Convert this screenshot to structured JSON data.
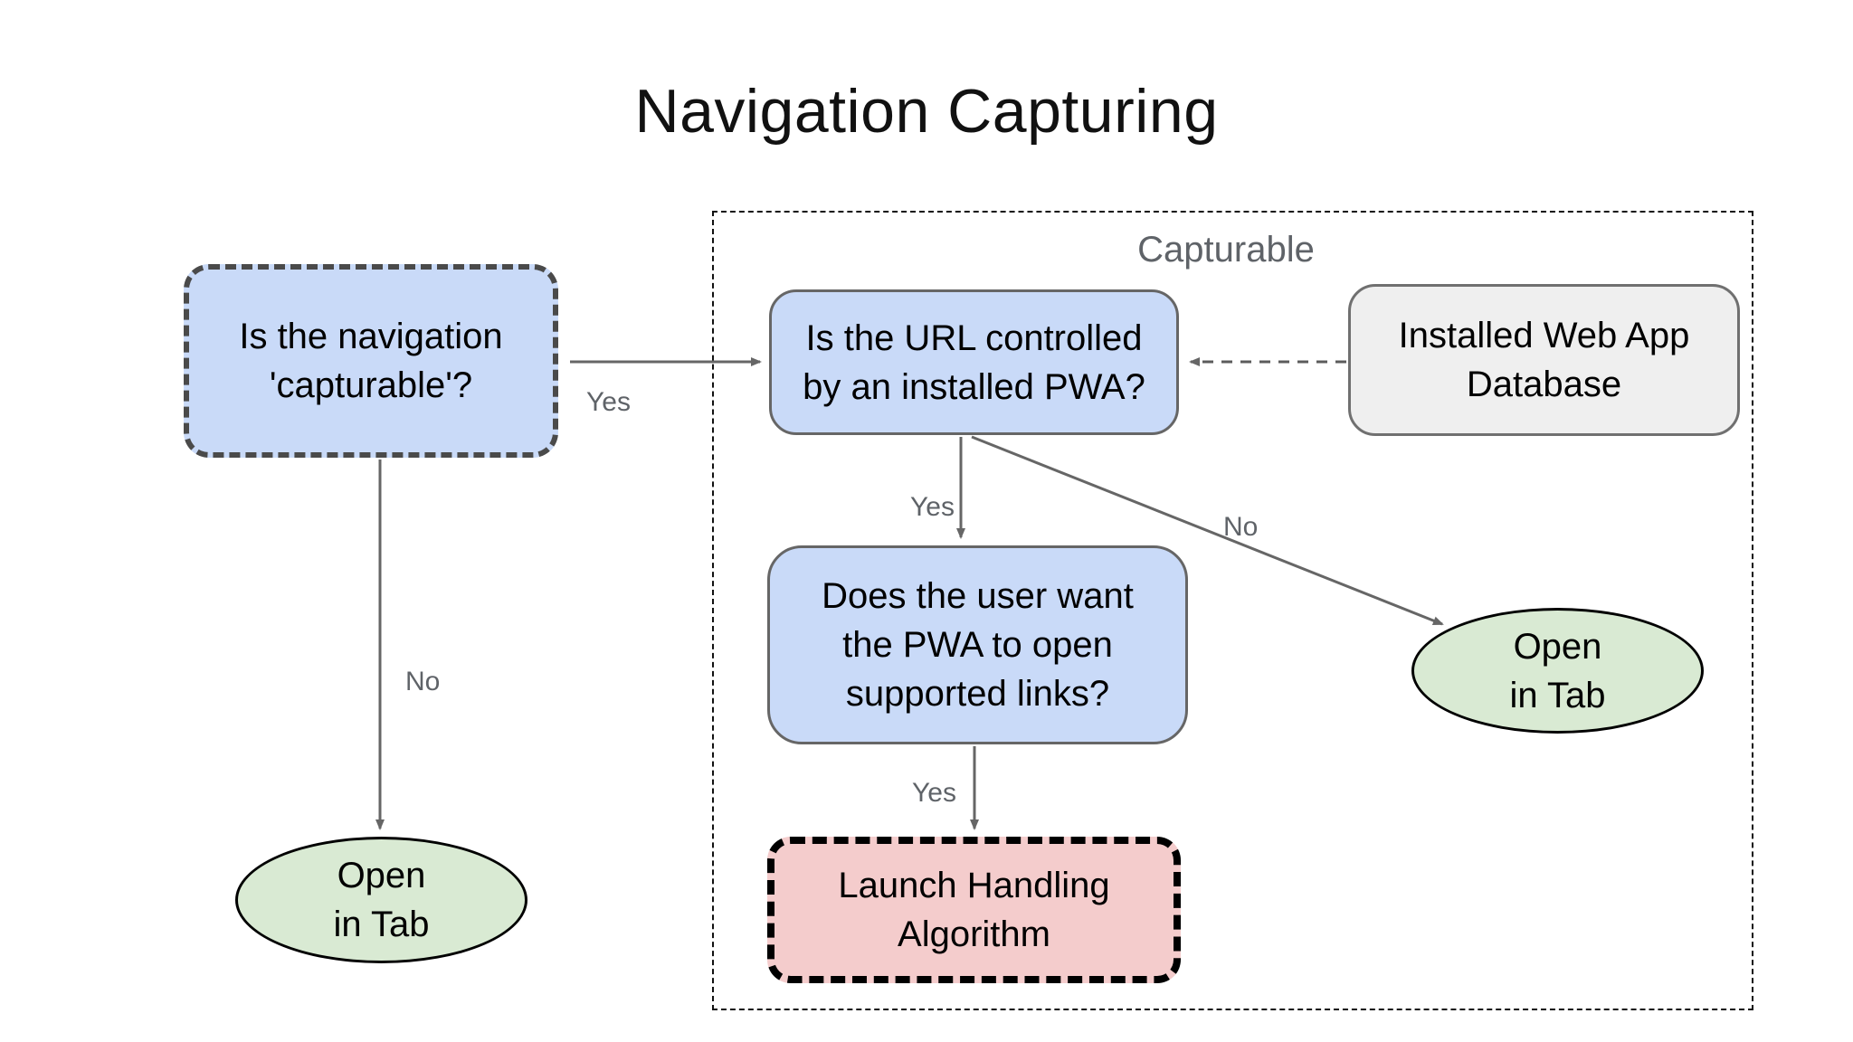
{
  "title": "Navigation Capturing",
  "group": {
    "label": "Capturable"
  },
  "nodes": {
    "capturable_question": {
      "text": "Is the navigation\n'capturable'?",
      "shape": "rounded-rect-dashed"
    },
    "url_controlled": {
      "text": "Is the URL controlled\nby an installed PWA?",
      "shape": "rounded-rect"
    },
    "database": {
      "text": "Installed Web App\nDatabase",
      "shape": "rounded-rect"
    },
    "user_want": {
      "text": "Does the user want\nthe PWA to open\nsupported links?",
      "shape": "rounded-rect"
    },
    "launch_handling": {
      "text": "Launch Handling\nAlgorithm",
      "shape": "rounded-rect-dashed"
    },
    "open_in_tab_left": {
      "text": "Open\nin Tab",
      "shape": "ellipse"
    },
    "open_in_tab_right": {
      "text": "Open\nin Tab",
      "shape": "ellipse"
    }
  },
  "edges": {
    "capturable_yes": {
      "label": "Yes",
      "from": "capturable_question",
      "to": "url_controlled",
      "style": "solid"
    },
    "capturable_no": {
      "label": "No",
      "from": "capturable_question",
      "to": "open_in_tab_left",
      "style": "solid"
    },
    "url_yes": {
      "label": "Yes",
      "from": "url_controlled",
      "to": "user_want",
      "style": "solid"
    },
    "url_no": {
      "label": "No",
      "from": "url_controlled",
      "to": "open_in_tab_right",
      "style": "solid"
    },
    "user_yes": {
      "label": "Yes",
      "from": "user_want",
      "to": "launch_handling",
      "style": "solid"
    },
    "db_lookup": {
      "label": "",
      "from": "database",
      "to": "url_controlled",
      "style": "dashed"
    }
  },
  "colors": {
    "node_blue": "#c9daf8",
    "node_green": "#d9ead3",
    "node_pink": "#f4cccc",
    "node_gray": "#efefef",
    "arrow": "#666666",
    "label_gray": "#5f6368",
    "group_border": "#111111",
    "title_color": "#111111"
  }
}
